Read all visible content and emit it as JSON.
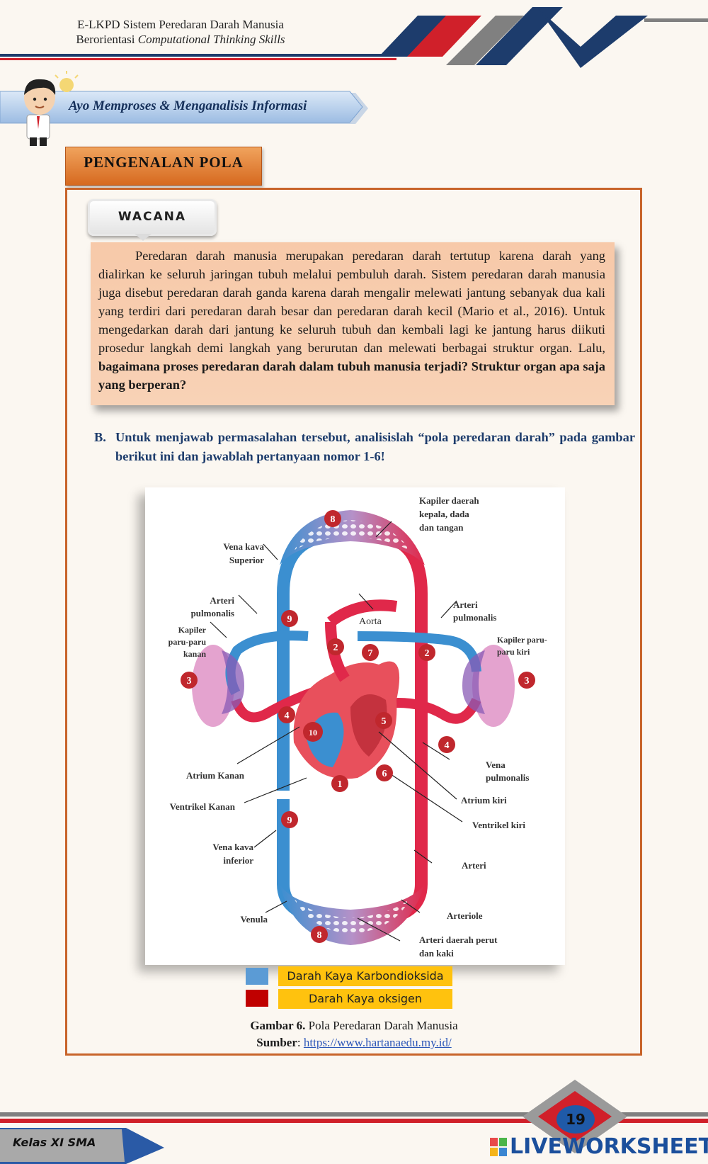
{
  "header": {
    "title_line1": "E-LKPD Sistem Peredaran Darah Manusia",
    "title_line2_prefix": "Berorientasi ",
    "title_line2_italic": "Computational Thinking Skills"
  },
  "banner": {
    "text": "Ayo Memproses & Menganalisis Informasi"
  },
  "section_tab": {
    "label": "PENGENALAN POLA"
  },
  "wacana": {
    "badge": "WACANA",
    "paragraph_normal": "Peredaran darah manusia merupakan peredaran darah tertutup karena darah yang dialirkan ke seluruh jaringan tubuh melalui pembuluh darah. Sistem peredaran darah manusia juga disebut peredaran darah ganda karena darah mengalir melewati jantung sebanyak dua kali yang terdiri dari peredaran darah besar dan peredaran darah kecil (Mario et al., 2016). Untuk mengedarkan darah dari jantung ke seluruh tubuh dan kembali lagi ke jantung harus diikuti prosedur langkah demi langkah yang berurutan dan melewati berbagai struktur organ. Lalu, ",
    "paragraph_bold": "bagaimana proses peredaran darah dalam tubuh manusia terjadi? Struktur organ apa saja yang berperan?"
  },
  "question_b": {
    "label": "B.",
    "text": "Untuk menjawab permasalahan tersebut, analisislah “pola peredaran darah” pada gambar berikut ini dan jawablah pertanyaan nomor 1-6!"
  },
  "figure": {
    "labels": {
      "kapiler_kepala_1": "Kapiler daerah",
      "kapiler_kepala_2": "kepala, dada",
      "kapiler_kepala_3": "dan tangan",
      "vena_kava_sup_1": "Vena kava",
      "vena_kava_sup_2": "Superior",
      "arteri_pulm_l_1": "Arteri",
      "arteri_pulm_l_2": "pulmonalis",
      "kapiler_paru_kanan_1": "Kapiler",
      "kapiler_paru_kanan_2": "paru-paru",
      "kapiler_paru_kanan_3": "kanan",
      "aorta": "Aorta",
      "arteri_pulm_r_1": "Arteri",
      "arteri_pulm_r_2": "pulmonalis",
      "kapiler_paru_kiri_1": "Kapiler paru-",
      "kapiler_paru_kiri_2": "paru kiri",
      "vena_pulm_1": "Vena",
      "vena_pulm_2": "pulmonalis",
      "atrium_kanan": "Atrium Kanan",
      "atrium_kiri": "Atrium kiri",
      "ventrikel_kanan": "Ventrikel Kanan",
      "ventrikel_kiri": "Ventrikel kiri",
      "vena_kava_inf_1": "Vena kava",
      "vena_kava_inf_2": "inferior",
      "arteri": "Arteri",
      "arteriole": "Arteriole",
      "venula": "Venula",
      "arteri_perut_1": "Arteri daerah perut",
      "arteri_perut_2": "dan kaki"
    },
    "markers": [
      "8",
      "9",
      "2",
      "7",
      "2",
      "3",
      "3",
      "4",
      "10",
      "5",
      "4",
      "1",
      "6",
      "9",
      "8"
    ]
  },
  "legend": [
    {
      "label": "Darah Kaya Karbondioksida",
      "color": "#5b9bd5"
    },
    {
      "label": "Darah Kaya oksigen",
      "color": "#c00000"
    }
  ],
  "caption": {
    "fig_label": "Gambar 6.",
    "fig_title": " Pola Peredaran Darah Manusia",
    "source_label": "Sumber",
    "source_sep": ": ",
    "source_url": "https://www.hartanaedu.my.id/"
  },
  "footer": {
    "kelas": "Kelas XI SMA",
    "page": "19",
    "brand": "LIVEWORKSHEETS"
  },
  "colors": {
    "accent_orange": "#c8642a",
    "navy": "#1d3c6c",
    "wacana_bg": "#f7c9a9",
    "red_stripe": "#d0202a",
    "legend_bg": "#ffc20e"
  }
}
